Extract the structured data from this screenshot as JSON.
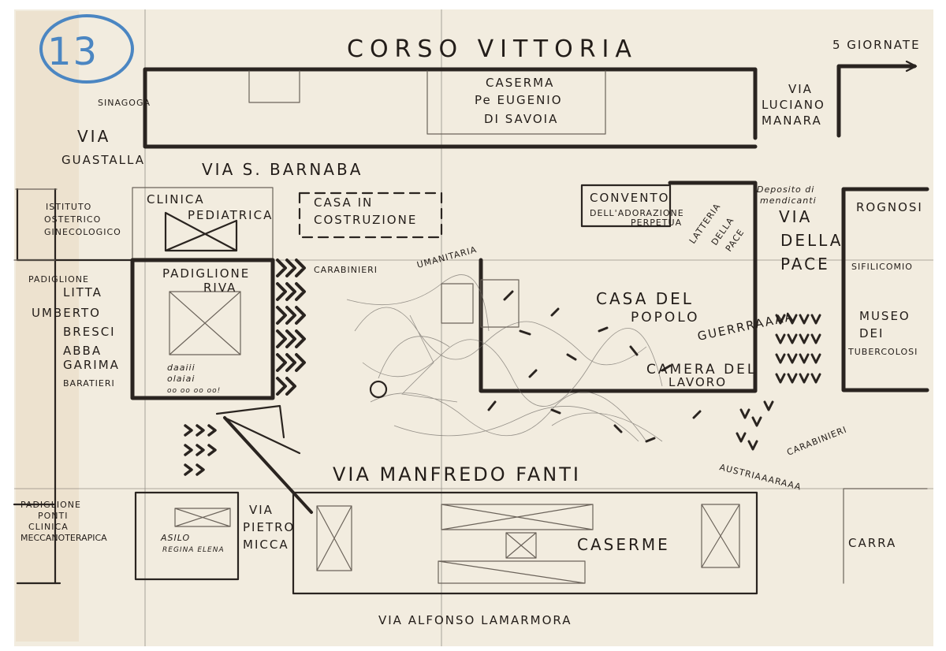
{
  "catalog_mark": "13",
  "colors": {
    "paper": "#f2ecdf",
    "ink": "#231d19",
    "catalog_mark": "#4b86c2"
  },
  "streets": {
    "corso_vittoria": "CORSO VITTORIA",
    "cinque_giornate": "5 GIORNATE",
    "via_luciano_manara": [
      "VIA",
      "LUCIANO",
      "MANARA"
    ],
    "via_guastalla": [
      "VIA",
      "GUASTALLA"
    ],
    "via_s_barnaba": "VIA S. BARNABA",
    "via_della_pace": [
      "VIA",
      "DELLA",
      "PACE"
    ],
    "via_manfredo_fanti": "VIA MANFREDO FANTI",
    "via_pietro_micca": [
      "VIA",
      "PIETRO",
      "MICCA"
    ],
    "via_alfonso_lamarmora": "VIA ALFONSO LAMARMORA"
  },
  "buildings": {
    "sinagoga": "SINAGOGA",
    "caserma": [
      "CASERMA",
      "Pe EUGENIO",
      "DI SAVOIA"
    ],
    "istituto": [
      "ISTITUTO",
      "OSTETRICO",
      "GINECOLOGICO"
    ],
    "clinica_pediatrica": [
      "CLINICA",
      "PEDIATRICA"
    ],
    "casa_in_costruzione": [
      "CASA IN",
      "COSTRUZIONE"
    ],
    "convento": [
      "CONVENTO",
      "DELL'ADORAZIONE",
      "PERPETUA"
    ],
    "deposito": [
      "Deposito di",
      "mendicanti"
    ],
    "latteria": [
      "LATTERIA",
      "DELLA",
      "PACE"
    ],
    "rognosi": "ROGNOSI",
    "sifilicomio": "SIFILICOMIO",
    "museo": [
      "MUSEO",
      "DEI",
      "TUBERCOLOSI"
    ],
    "padiglione_litta": [
      "PADIGLIONE",
      "LITTA"
    ],
    "umberto": [
      "UMBERTO",
      "BRESCI",
      "ABBA",
      "GARIMA",
      "BARATIERI"
    ],
    "padiglione_riva": [
      "PADIGLIONE",
      "RIVA"
    ],
    "riva_scribble": [
      "daaiii",
      "olaiai",
      "oo oo oo oo!"
    ],
    "carabinieri_left": "CARABINIERI",
    "umanitaria": "UMANITARIA",
    "casa_del_popolo": [
      "CASA DEL",
      "POPOLO"
    ],
    "guerra": "GUERRRAAAA",
    "camera_del_lavoro": [
      "CAMERA DEL",
      "LAVORO"
    ],
    "carabinieri_right": "CARABINIERI",
    "austria": "AUSTRIAAARAAA",
    "padiglione_ponti": [
      "PADIGLIONE",
      "PONTI",
      "CLINICA",
      "MECCANOTERAPICA"
    ],
    "asilo": [
      "ASILO",
      "REGINA ELENA"
    ],
    "caserme": "CASERME",
    "carra": "CARRA"
  }
}
